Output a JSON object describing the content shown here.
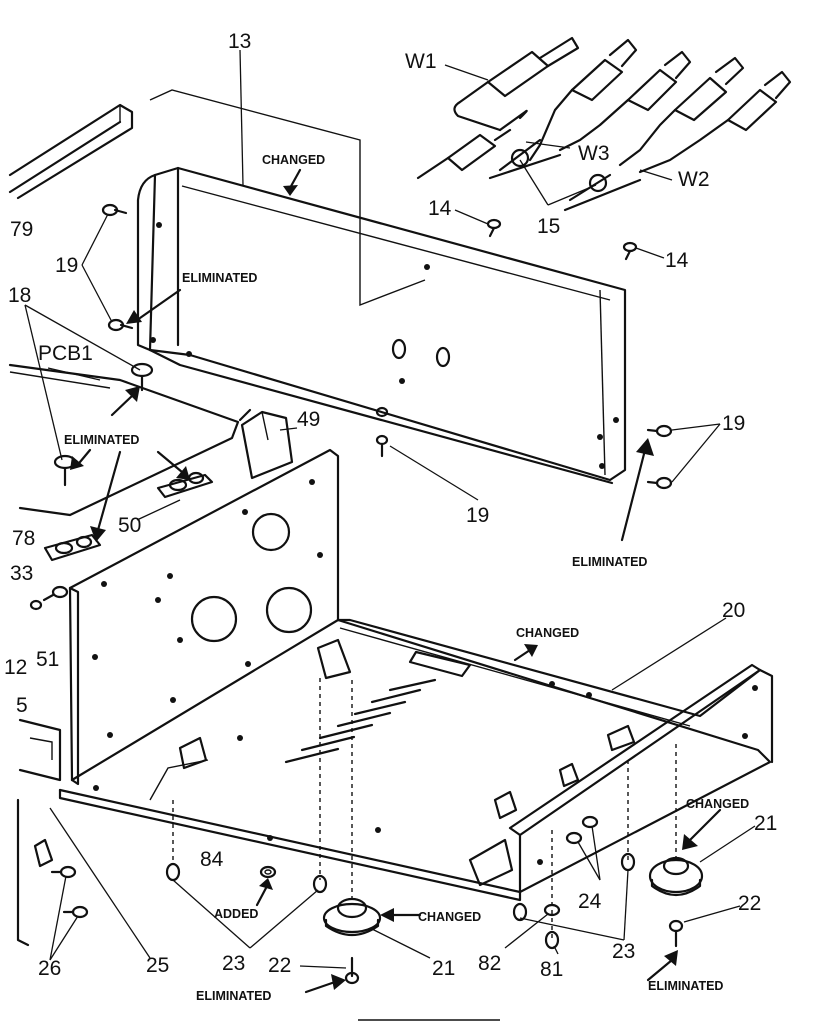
{
  "callouts": {
    "c13": "13",
    "c79": "79",
    "c19a": "19",
    "c18": "18",
    "cPCB1": "PCB1",
    "cW1": "W1",
    "cW3": "W3",
    "cW2": "W2",
    "c14a": "14",
    "c14b": "14",
    "c15": "15",
    "c19b": "19",
    "c19c": "19",
    "c49": "49",
    "c50": "50",
    "c78": "78",
    "c33": "33",
    "c51": "51",
    "c12": "12",
    "c5": "5",
    "c20": "20",
    "c21a": "21",
    "c21b": "21",
    "c22a": "22",
    "c22b": "22",
    "c23a": "23",
    "c23b": "23",
    "c24": "24",
    "c25": "25",
    "c26": "26",
    "c81": "81",
    "c82": "82",
    "c84": "84"
  },
  "notes": {
    "changed_top": "CHANGED",
    "eliminated_19": "ELIMINATED",
    "eliminated_pcb": "ELIMINATED",
    "eliminated_right": "ELIMINATED",
    "changed_chassis": "CHANGED",
    "changed_foot": "CHANGED",
    "changed_foot_right": "CHANGED",
    "added_84": "ADDED",
    "eliminated_22": "ELIMINATED",
    "eliminated_bottom_right": "ELIMINATED"
  }
}
